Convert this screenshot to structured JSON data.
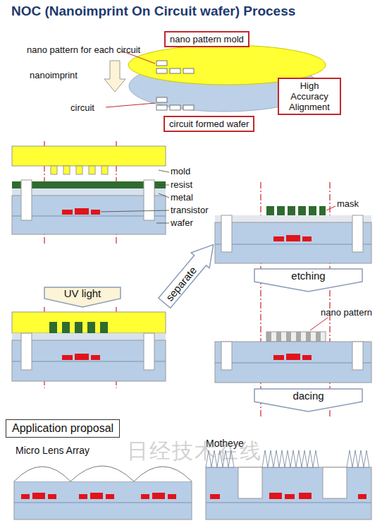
{
  "diagram": {
    "title": "NOC (Nanoimprint On Circuit wafer) Process",
    "nodes": [
      {
        "text": [
          "nano pattern mold"
        ]
      },
      {
        "text": [
          "High Accuracy Alignment"
        ]
      },
      {
        "text": [
          "circuit formed wafer"
        ]
      },
      {
        "text": [
          "UV light"
        ]
      },
      {
        "text": [
          "separate"
        ]
      },
      {
        "text": [
          "etching"
        ]
      },
      {
        "text": [
          "dacing"
        ]
      },
      {
        "text": [
          "Application proposal"
        ]
      }
    ],
    "labels": [
      "nano pattern for each circuit",
      "nanoimprint",
      "circuit",
      "mold",
      "resist",
      "metal",
      "transistor",
      "wafer",
      "mask",
      "nano pattern",
      "Micro Lens Array",
      "Motheye",
      "日经技术在线"
    ]
  }
}
